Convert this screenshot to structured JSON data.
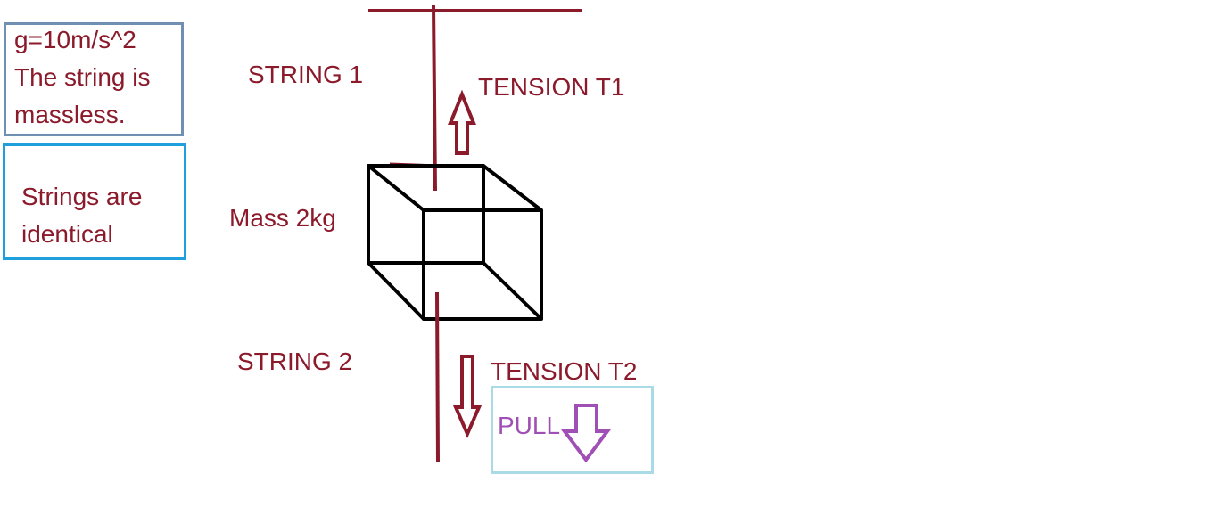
{
  "notes": {
    "given": {
      "line1": "g=10m/s^2",
      "line2": "The string is",
      "line3": "massless."
    },
    "strings": {
      "line1": "Strings are",
      "line2": "identical"
    }
  },
  "labels": {
    "string1": "STRING 1",
    "string2": "STRING 2",
    "tension1": "TENSION T1",
    "tension2": "TENSION T2",
    "mass": "Mass 2kg",
    "pull": "PULL"
  },
  "colors": {
    "ink": "#8b1a2b",
    "box": "#000000",
    "pull": "#a04fb4",
    "note_border_given": "#6f8fb3",
    "note_border_strings": "#1ea0dc",
    "pull_border": "#a8dbe6"
  }
}
